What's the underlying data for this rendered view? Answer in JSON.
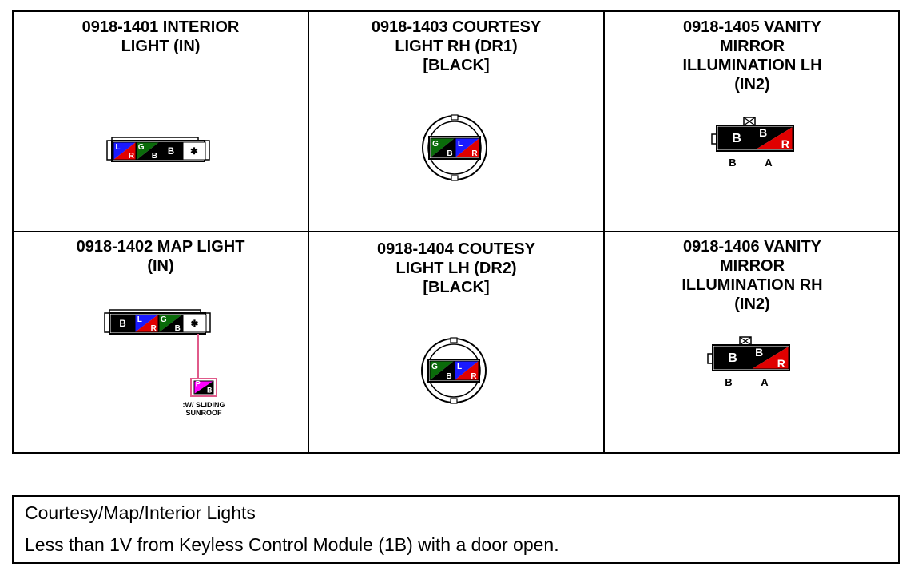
{
  "connectors": [
    {
      "title_lines": [
        "0918-1401 INTERIOR",
        "LIGHT (IN)"
      ],
      "pins": [
        {
          "top": "L",
          "bottom": "R",
          "top_color": "#1a1aff",
          "bottom_color": "#e00000"
        },
        {
          "top": "G",
          "bottom": "B",
          "top_color": "#0a6b0a",
          "bottom_color": "#000000"
        },
        {
          "label": "B",
          "color": "#000000"
        },
        {
          "label": "✱",
          "color": "#ffffff"
        }
      ]
    },
    {
      "title_lines": [
        "0918-1403 COURTESY",
        "LIGHT RH (DR1)",
        "[BLACK]"
      ],
      "pins": [
        {
          "top": "G",
          "bottom": "B",
          "top_color": "#0a6b0a",
          "bottom_color": "#000000"
        },
        {
          "top": "L",
          "bottom": "R",
          "top_color": "#1a1aff",
          "bottom_color": "#e00000"
        }
      ]
    },
    {
      "title_lines": [
        "0918-1405 VANITY",
        "MIRROR",
        "ILLUMINATION LH",
        "(IN2)"
      ],
      "pins": [
        {
          "label": "B",
          "color": "#000000"
        },
        {
          "top": "B",
          "bottom": "R",
          "top_color": "#000000",
          "bottom_color": "#e00000"
        }
      ],
      "pin_names": [
        "B",
        "A"
      ]
    },
    {
      "title_lines": [
        "0918-1402 MAP LIGHT",
        "(IN)"
      ],
      "pins": [
        {
          "label": "B",
          "color": "#000000"
        },
        {
          "top": "L",
          "bottom": "R",
          "top_color": "#1a1aff",
          "bottom_color": "#e00000"
        },
        {
          "top": "G",
          "bottom": "B",
          "top_color": "#0a6b0a",
          "bottom_color": "#000000"
        },
        {
          "label": "✱",
          "color": "#ffffff"
        }
      ],
      "option_pin": {
        "top": "P",
        "bottom": "B",
        "top_color": "#ff00ff",
        "bottom_color": "#000000"
      },
      "option_note_lines": [
        ":W/ SLIDING",
        "SUNROOF"
      ]
    },
    {
      "title_lines": [
        "0918-1404 COUTESY",
        "LIGHT LH (DR2)",
        "[BLACK]"
      ],
      "pins": [
        {
          "top": "G",
          "bottom": "B",
          "top_color": "#0a6b0a",
          "bottom_color": "#000000"
        },
        {
          "top": "L",
          "bottom": "R",
          "top_color": "#1a1aff",
          "bottom_color": "#e00000"
        }
      ]
    },
    {
      "title_lines": [
        "0918-1406 VANITY",
        "MIRROR",
        "ILLUMINATION RH",
        "(IN2)"
      ],
      "pins": [
        {
          "label": "B",
          "color": "#000000"
        },
        {
          "top": "B",
          "bottom": "R",
          "top_color": "#000000",
          "bottom_color": "#e00000"
        }
      ],
      "pin_names": [
        "B",
        "A"
      ]
    }
  ],
  "notes": {
    "line1": "Courtesy/Map/Interior Lights",
    "line2": "Less than 1V from Keyless Control Module (1B) with a door open."
  },
  "colors": {
    "blue": "#1a1aff",
    "red": "#e00000",
    "green": "#0a6b0a",
    "black": "#000000",
    "pink": "#ff00ff",
    "wire": "#e05a8a"
  }
}
